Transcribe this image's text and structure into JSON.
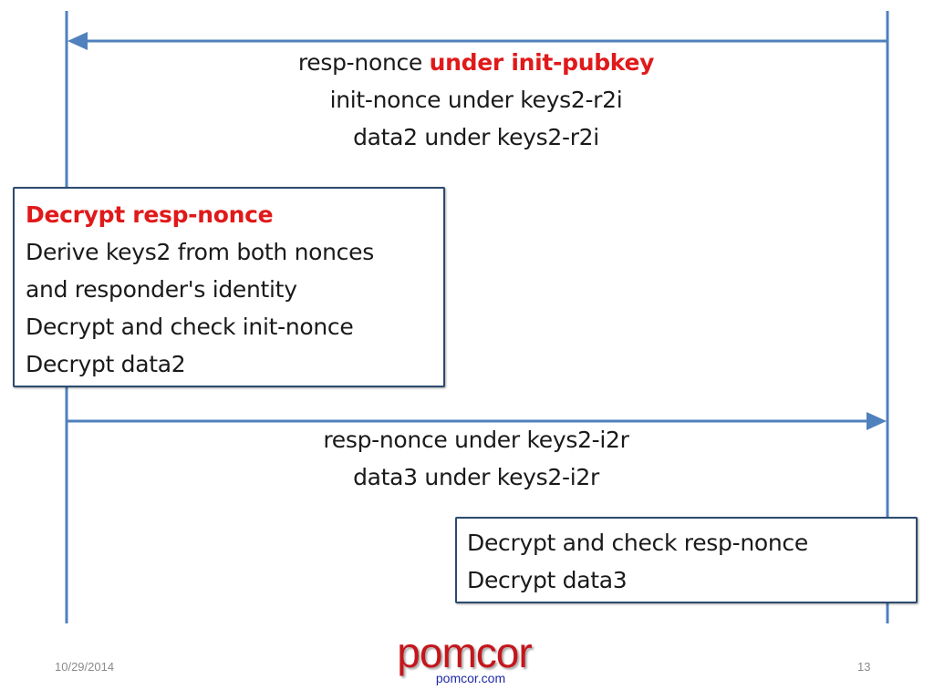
{
  "colors": {
    "lifeline": "#4f81bd",
    "arrow": "#4f81bd",
    "highlight": "#e0191a",
    "box_border": "#2c4a6e",
    "logo": "#c4161c",
    "logo_url": "#1e2aa8"
  },
  "message1": {
    "direction": "right-to-left",
    "line1_plain": "resp-nonce ",
    "line1_highlight": "under init-pubkey",
    "line2": "init-nonce under keys2-r2i",
    "line3": "data2 under keys2-r2i"
  },
  "box1": {
    "line1_highlight": "Decrypt resp-nonce",
    "line2": "Derive keys2 from both nonces",
    "line3": "and responder's identity",
    "line4": "Decrypt and check init-nonce",
    "line5": "Decrypt data2"
  },
  "message2": {
    "direction": "left-to-right",
    "line1": "resp-nonce under keys2-i2r",
    "line2": "data3 under keys2-i2r"
  },
  "box2": {
    "line1": "Decrypt and check resp-nonce",
    "line2": "Decrypt data3"
  },
  "footer": {
    "date": "10/29/2014",
    "page_number": "13",
    "logo_text": "pomcor",
    "logo_url": "pomcor.com"
  }
}
